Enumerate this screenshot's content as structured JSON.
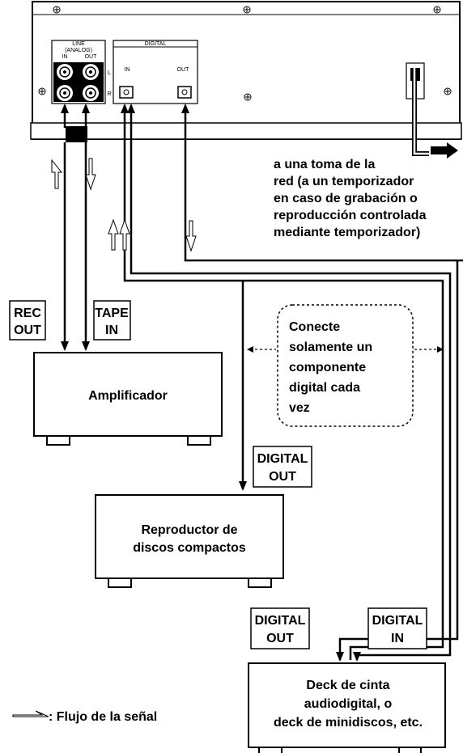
{
  "device": {
    "line_panel": {
      "title": "LINE",
      "subtitle": "(ANALOG)",
      "in": "IN",
      "out": "OUT",
      "l": "L",
      "r": "R"
    },
    "digital_panel": {
      "title": "DIGITAL",
      "in": "IN",
      "out": "OUT"
    }
  },
  "power_note": [
    "a una toma de la",
    "red (a un temporizador",
    "en caso de grabación o",
    "reproducción controlada",
    "mediante temporizador)"
  ],
  "labels": {
    "rec_out": [
      "REC",
      "OUT"
    ],
    "tape_in": [
      "TAPE",
      "IN"
    ],
    "cd_digital_out": [
      "DIGITAL",
      "OUT"
    ],
    "deck_digital_out": [
      "DIGITAL",
      "OUT"
    ],
    "deck_digital_in": [
      "DIGITAL",
      "IN"
    ]
  },
  "note_box": [
    "Conecte",
    "solamente un",
    "componente",
    "digital cada",
    "vez"
  ],
  "components": {
    "amplifier": [
      "Amplificador"
    ],
    "cd_player": [
      "Reproductor de",
      "discos compactos"
    ],
    "deck": [
      "Deck de cinta",
      "audiodigital, o",
      "deck de minidiscos, etc."
    ]
  },
  "legend": {
    "text": ": Flujo de la señal"
  }
}
